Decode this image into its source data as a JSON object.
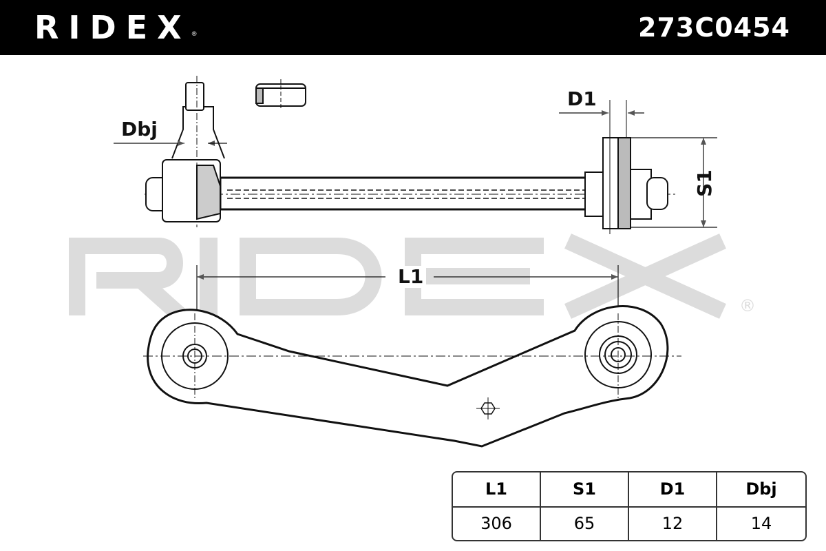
{
  "header": {
    "brand": "RIDEX",
    "registered_mark": "®",
    "part_number": "273C0454"
  },
  "watermark": {
    "text": "RIDEX",
    "registered_mark": "®"
  },
  "dimension_labels": {
    "dbj": "Dbj",
    "d1": "D1",
    "s1": "S1",
    "l1": "L1"
  },
  "spec_table": {
    "headers": [
      "L1",
      "S1",
      "D1",
      "Dbj"
    ],
    "values": [
      "306",
      "65",
      "12",
      "14"
    ]
  },
  "colors": {
    "header_bg": "#000000",
    "watermark": "#dcdcdc",
    "line": "#111111"
  }
}
